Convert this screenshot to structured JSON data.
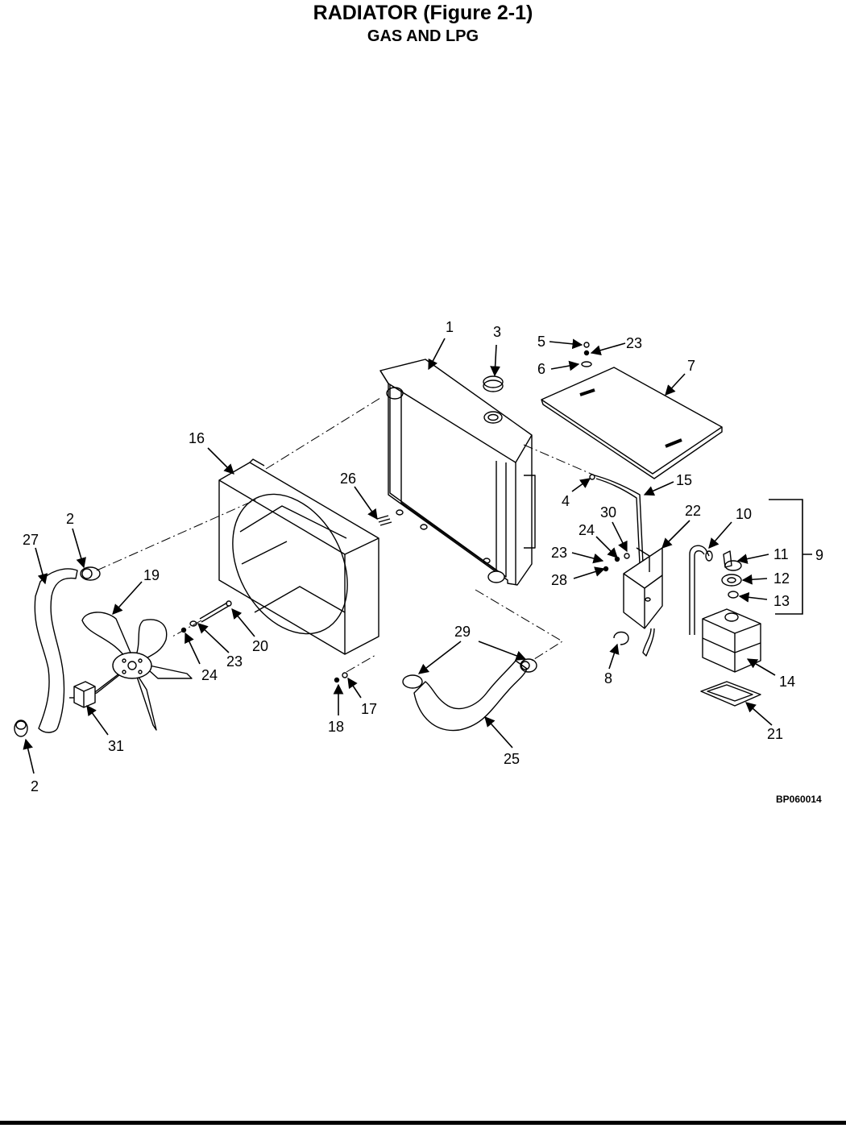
{
  "header": {
    "title": "RADIATOR (Figure 2-1)",
    "subtitle": "GAS AND LPG"
  },
  "diagram": {
    "drawing_code": "BP060014",
    "callouts": [
      "1",
      "3",
      "5",
      "23",
      "6",
      "7",
      "16",
      "26",
      "4",
      "15",
      "2",
      "30",
      "22",
      "10",
      "27",
      "24",
      "23",
      "11",
      "9",
      "19",
      "28",
      "12",
      "13",
      "20",
      "23",
      "24",
      "29",
      "8",
      "14",
      "17",
      "18",
      "31",
      "21",
      "25",
      "2"
    ]
  }
}
